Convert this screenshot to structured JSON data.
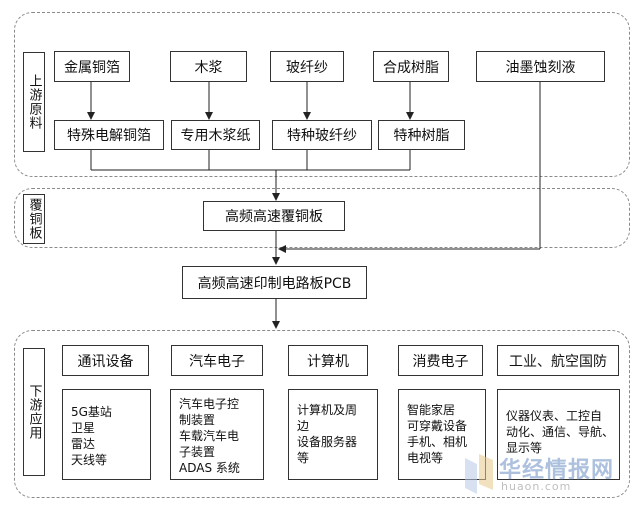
{
  "upstream": {
    "label": "上游原料",
    "raw_materials": [
      "金属铜箔",
      "木浆",
      "玻纤纱",
      "合成树脂",
      "油墨蚀刻液"
    ],
    "processed": [
      "特殊电解铜箔",
      "专用木浆纸",
      "特种玻纤纱",
      "特种树脂"
    ]
  },
  "ccl": {
    "label": "覆铜板",
    "node": "高频高速覆铜板"
  },
  "pcb": {
    "node": "高频高速印制电路板PCB"
  },
  "downstream": {
    "label": "下游应用",
    "categories": [
      "通讯设备",
      "汽车电子",
      "计算机",
      "消费电子",
      "工业、航空国防"
    ],
    "details": [
      [
        "5G基站",
        "卫星",
        "雷达",
        "天线等"
      ],
      [
        "汽车电子控",
        "制装置",
        "车载汽车电",
        "子装置",
        "ADAS 系统"
      ],
      [
        "计算机及周",
        "边",
        "设备服务器",
        "等"
      ],
      [
        "智能家居",
        "可穿戴设备",
        "手机、相机",
        "电视等"
      ],
      [
        "仪器仪表、工控自",
        "动化、通信、导航、",
        "显示等"
      ]
    ]
  },
  "watermark": {
    "name": "华经情报网",
    "url": "huaon.com"
  }
}
